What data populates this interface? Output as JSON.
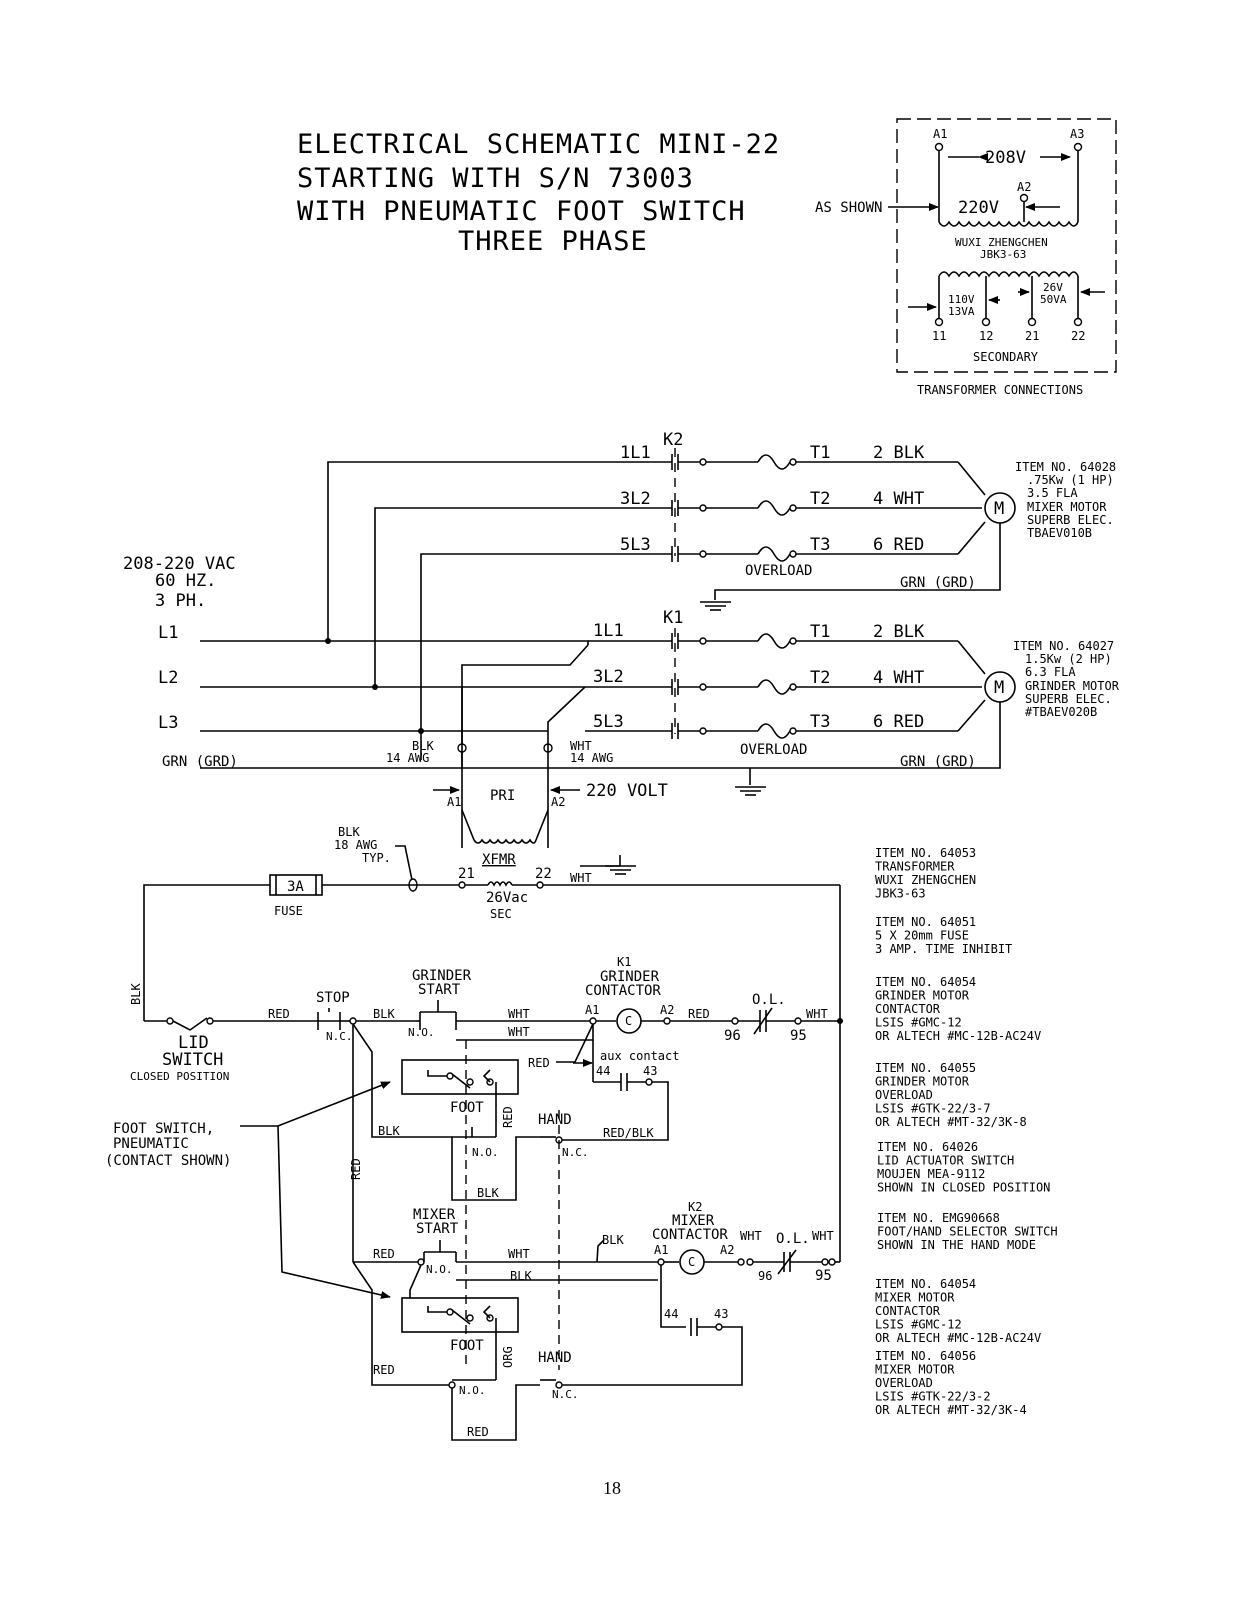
{
  "title": {
    "line1": "ELECTRICAL SCHEMATIC MINI-22",
    "line2": "STARTING WITH S/N 73003",
    "line3": "WITH PNEUMATIC FOOT SWITCH",
    "line4": "THREE PHASE"
  },
  "transformer_box": {
    "a1": "A1",
    "a2": "A2",
    "a3": "A3",
    "v208": "208V",
    "v220": "220V",
    "as_shown": "AS SHOWN",
    "maker": "WUXI ZHENGCHEN",
    "model": "JBK3-63",
    "sec_110": "110V",
    "sec_13va": "13VA",
    "sec_26": "26V",
    "sec_50va": "50VA",
    "t11": "11",
    "t12": "12",
    "t21": "21",
    "t22": "22",
    "secondary": "SECONDARY",
    "caption": "TRANSFORMER CONNECTIONS"
  },
  "supply": {
    "voltage": "208-220 VAC",
    "freq": "60 HZ.",
    "phase": "3 PH.",
    "l1": "L1",
    "l2": "L2",
    "l3": "L3",
    "grn": "GRN (GRD)"
  },
  "power": {
    "k2": "K2",
    "k1": "K1",
    "p1": "1L1",
    "p2": "3L2",
    "p3": "5L3",
    "t1": "T1",
    "t2": "T2",
    "t3": "T3",
    "c1": "2 BLK",
    "c2": "4 WHT",
    "c3": "6 RED",
    "overload": "OVERLOAD",
    "grn": "GRN (GRD)",
    "motor": "M",
    "blk": "BLK",
    "wht": "WHT",
    "awg14": "14 AWG",
    "a1": "A1",
    "a2": "A2",
    "pri": "PRI",
    "v220": "220 VOLT"
  },
  "mixer_motor": {
    "item": "ITEM NO. 64028",
    "kw": ".75Kw (1 HP)",
    "fla": "3.5 FLA",
    "name": "MIXER MOTOR",
    "maker": "SUPERB ELEC.",
    "model": "TBAEV010B"
  },
  "grinder_motor": {
    "item": "ITEM NO. 64027",
    "kw": "1.5Kw (2 HP)",
    "fla": "6.3 FLA",
    "name": "GRINDER MOTOR",
    "maker": "SUPERB ELEC.",
    "model": "#TBAEV020B"
  },
  "control": {
    "blk_note": "BLK",
    "awg18": "18 AWG",
    "typ": "TYP.",
    "fuse_val": "3A",
    "fuse": "FUSE",
    "t21": "21",
    "t22": "22",
    "xfmr": "XFMR",
    "vac26": "26Vac",
    "sec": "SEC",
    "wht": "WHT",
    "blk": "BLK",
    "red": "RED",
    "lid": "LID",
    "switch": "SWITCH",
    "closed": "CLOSED POSITION",
    "stop": "STOP",
    "nc": "N.C.",
    "no": "N.O.",
    "grinder": "GRINDER",
    "start": "START",
    "k1": "K1",
    "k1_name": "GRINDER",
    "contactor": "CONTACTOR",
    "a1": "A1",
    "a2": "A2",
    "c": "C",
    "ol": "O.L.",
    "n96": "96",
    "n95": "95",
    "aux": "aux contact",
    "n44": "44",
    "n43": "43",
    "foot": "FOOT",
    "hand": "HAND",
    "redblk": "RED/BLK",
    "fs1": "FOOT SWITCH,",
    "fs2": "PNEUMATIC",
    "fs3": "(CONTACT SHOWN)",
    "mixer": "MIXER",
    "k2": "K2",
    "org": "ORG"
  },
  "items": [
    {
      "lines": [
        "ITEM NO. 64053",
        "TRANSFORMER",
        "WUXI ZHENGCHEN",
        "JBK3-63"
      ]
    },
    {
      "lines": [
        "ITEM NO. 64051",
        "5 X 20mm FUSE",
        "3 AMP. TIME INHIBIT"
      ]
    },
    {
      "lines": [
        "ITEM NO. 64054",
        "GRINDER MOTOR",
        "CONTACTOR",
        "LSIS #GMC-12",
        "OR ALTECH #MC-12B-AC24V"
      ]
    },
    {
      "lines": [
        "ITEM NO. 64055",
        "GRINDER MOTOR",
        "OVERLOAD",
        "LSIS #GTK-22/3-7",
        "OR ALTECH #MT-32/3K-8"
      ]
    },
    {
      "lines": [
        "ITEM NO. 64026",
        "LID ACTUATOR SWITCH",
        "MOUJEN MEA-9112",
        "SHOWN IN CLOSED POSITION"
      ]
    },
    {
      "lines": [
        "ITEM NO. EMG90668",
        "FOOT/HAND SELECTOR SWITCH",
        "SHOWN IN THE HAND MODE"
      ]
    },
    {
      "lines": [
        "ITEM NO. 64054",
        "MIXER MOTOR",
        "CONTACTOR",
        "LSIS #GMC-12",
        "OR ALTECH #MC-12B-AC24V"
      ]
    },
    {
      "lines": [
        "ITEM NO. 64056",
        "MIXER MOTOR",
        "OVERLOAD",
        "LSIS #GTK-22/3-2",
        "OR ALTECH #MT-32/3K-4"
      ]
    }
  ],
  "page_number": "18"
}
